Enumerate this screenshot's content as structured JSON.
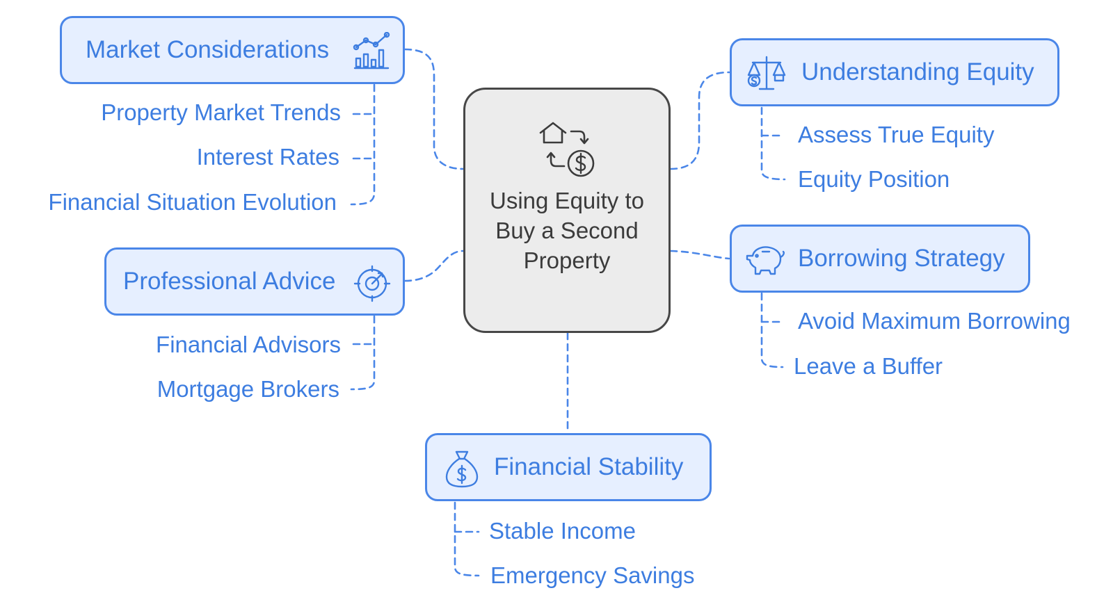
{
  "center": {
    "title": "Using Equity to Buy a Second Property",
    "icon": "house-money-exchange-icon"
  },
  "branches": {
    "market": {
      "label": "Market Considerations",
      "icon": "chart-icon",
      "items": [
        "Property Market Trends",
        "Interest Rates",
        "Financial Situation Evolution"
      ]
    },
    "professional": {
      "label": "Professional Advice",
      "icon": "target-icon",
      "items": [
        "Financial Advisors",
        "Mortgage Brokers"
      ]
    },
    "equity": {
      "label": "Understanding Equity",
      "icon": "scale-icon",
      "items": [
        "Assess True Equity",
        "Equity Position"
      ]
    },
    "borrowing": {
      "label": "Borrowing Strategy",
      "icon": "piggy-bank-icon",
      "items": [
        "Avoid Maximum Borrowing",
        "Leave a Buffer"
      ]
    },
    "stability": {
      "label": "Financial Stability",
      "icon": "money-bag-icon",
      "items": [
        "Stable Income",
        "Emergency Savings"
      ]
    }
  },
  "colors": {
    "accent": "#4a86e8",
    "text": "#3d7de0",
    "box_fill": "#e6efff",
    "center_fill": "#ececec",
    "center_border": "#474747"
  }
}
